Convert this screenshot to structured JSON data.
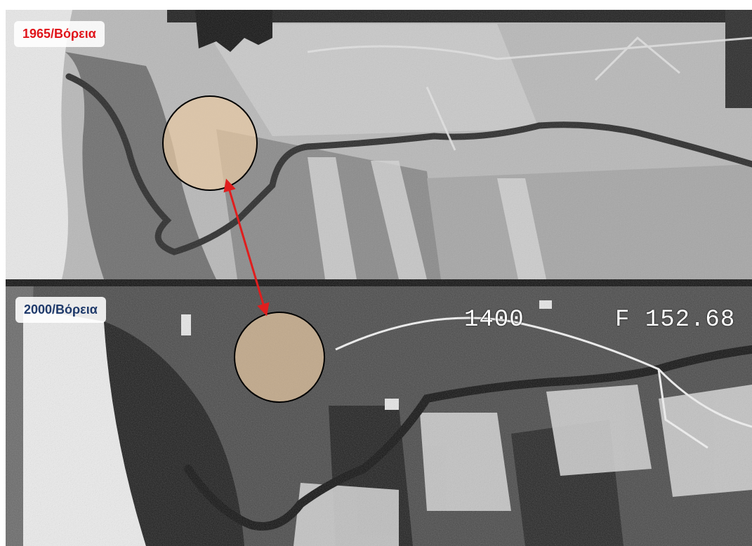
{
  "labels": {
    "top": {
      "text": "1965/Βόρεια",
      "color": "#e0141a"
    },
    "bottom": {
      "text": "2000/Βόρεια",
      "color": "#1f3a6b"
    }
  },
  "film_marks": {
    "frame_number": "1400",
    "focal_length": "F 152.68"
  },
  "colors": {
    "highlight_fill": "#e8c9a4",
    "arrow": "#e01e1e",
    "river_top": "#2a2a2a",
    "river_bottom": "#111111"
  }
}
